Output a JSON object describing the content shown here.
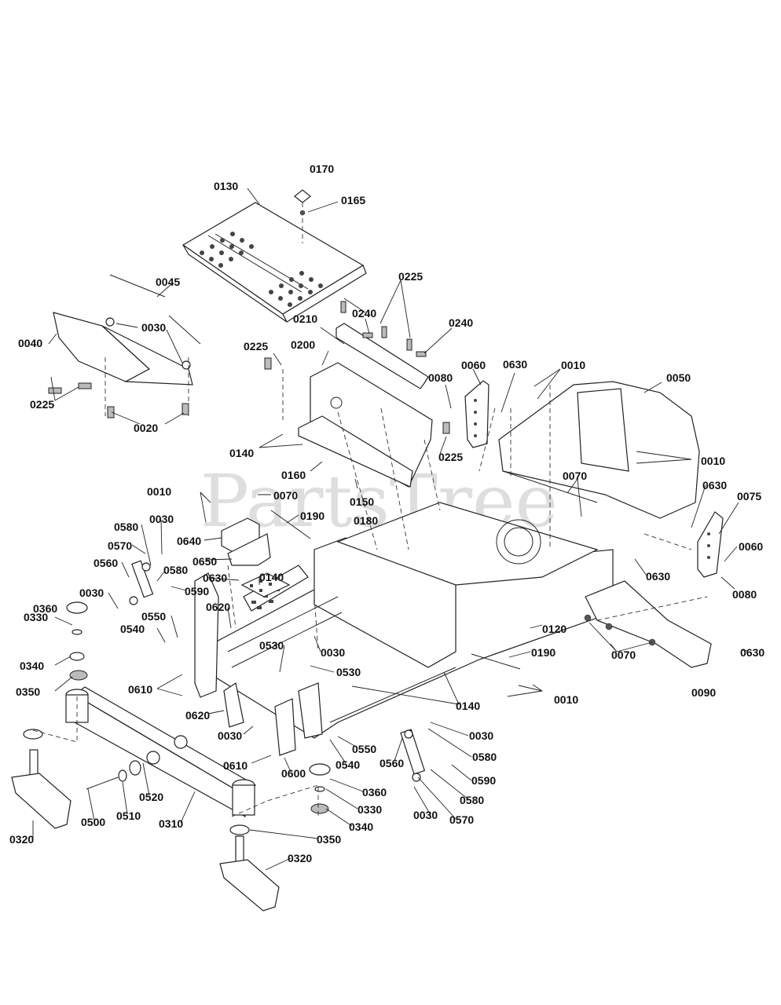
{
  "watermark": "PartsTree",
  "callouts": [
    {
      "id": "c0170",
      "text": "0170"
    },
    {
      "id": "c0130",
      "text": "0130"
    },
    {
      "id": "c0165",
      "text": "0165"
    },
    {
      "id": "c0045",
      "text": "0045"
    },
    {
      "id": "c0225a",
      "text": "0225"
    },
    {
      "id": "c0030a",
      "text": "0030"
    },
    {
      "id": "c0040",
      "text": "0040"
    },
    {
      "id": "c0240a",
      "text": "0240"
    },
    {
      "id": "c0210",
      "text": "0210"
    },
    {
      "id": "c0240b",
      "text": "0240"
    },
    {
      "id": "c0225b",
      "text": "0225"
    },
    {
      "id": "c0200",
      "text": "0200"
    },
    {
      "id": "c0225c",
      "text": "0225"
    },
    {
      "id": "c0020",
      "text": "0020"
    },
    {
      "id": "c0080a",
      "text": "0080"
    },
    {
      "id": "c0060a",
      "text": "0060"
    },
    {
      "id": "c0630a",
      "text": "0630"
    },
    {
      "id": "c0010a",
      "text": "0010"
    },
    {
      "id": "c0050",
      "text": "0050"
    },
    {
      "id": "c0140a",
      "text": "0140"
    },
    {
      "id": "c0225d",
      "text": "0225"
    },
    {
      "id": "c0160",
      "text": "0160"
    },
    {
      "id": "c0010b",
      "text": "0010"
    },
    {
      "id": "c0070a",
      "text": "0070"
    },
    {
      "id": "c0150",
      "text": "0150"
    },
    {
      "id": "c0010c",
      "text": "0010"
    },
    {
      "id": "c0070b",
      "text": "0070"
    },
    {
      "id": "c0630b",
      "text": "0630"
    },
    {
      "id": "c0075",
      "text": "0075"
    },
    {
      "id": "c0190a",
      "text": "0190"
    },
    {
      "id": "c0180",
      "text": "0180"
    },
    {
      "id": "c0580a",
      "text": "0580"
    },
    {
      "id": "c0030b",
      "text": "0030"
    },
    {
      "id": "c0640",
      "text": "0640"
    },
    {
      "id": "c0570a",
      "text": "0570"
    },
    {
      "id": "c0060b",
      "text": "0060"
    },
    {
      "id": "c0560a",
      "text": "0560"
    },
    {
      "id": "c0650",
      "text": "0650"
    },
    {
      "id": "c0580b",
      "text": "0580"
    },
    {
      "id": "c0630c",
      "text": "0630"
    },
    {
      "id": "c0140b",
      "text": "0140"
    },
    {
      "id": "c0630d",
      "text": "0630"
    },
    {
      "id": "c0590a",
      "text": "0590"
    },
    {
      "id": "c0080b",
      "text": "0080"
    },
    {
      "id": "c0030c",
      "text": "0030"
    },
    {
      "id": "c0620a",
      "text": "0620"
    },
    {
      "id": "c0360a",
      "text": "0360"
    },
    {
      "id": "c0550a",
      "text": "0550"
    },
    {
      "id": "c0120",
      "text": "0120"
    },
    {
      "id": "c0540a",
      "text": "0540"
    },
    {
      "id": "c0330a",
      "text": "0330"
    },
    {
      "id": "c0530a",
      "text": "0530"
    },
    {
      "id": "c0030d",
      "text": "0030"
    },
    {
      "id": "c0190b",
      "text": "0190"
    },
    {
      "id": "c0070c",
      "text": "0070"
    },
    {
      "id": "c0630e",
      "text": "0630"
    },
    {
      "id": "c0340a",
      "text": "0340"
    },
    {
      "id": "c0530b",
      "text": "0530"
    },
    {
      "id": "c0350a",
      "text": "0350"
    },
    {
      "id": "c0610a",
      "text": "0610"
    },
    {
      "id": "c0090",
      "text": "0090"
    },
    {
      "id": "c0010d",
      "text": "0010"
    },
    {
      "id": "c0140c",
      "text": "0140"
    },
    {
      "id": "c0620b",
      "text": "0620"
    },
    {
      "id": "c0030e",
      "text": "0030"
    },
    {
      "id": "c0030f",
      "text": "0030"
    },
    {
      "id": "c0550b",
      "text": "0550"
    },
    {
      "id": "c0580c",
      "text": "0580"
    },
    {
      "id": "c0610b",
      "text": "0610"
    },
    {
      "id": "c0540b",
      "text": "0540"
    },
    {
      "id": "c0560b",
      "text": "0560"
    },
    {
      "id": "c0600",
      "text": "0600"
    },
    {
      "id": "c0360b",
      "text": "0360"
    },
    {
      "id": "c0590b",
      "text": "0590"
    },
    {
      "id": "c0520",
      "text": "0520"
    },
    {
      "id": "c0330b",
      "text": "0330"
    },
    {
      "id": "c0580d",
      "text": "0580"
    },
    {
      "id": "c0510",
      "text": "0510"
    },
    {
      "id": "c0500",
      "text": "0500"
    },
    {
      "id": "c0310",
      "text": "0310"
    },
    {
      "id": "c0340b",
      "text": "0340"
    },
    {
      "id": "c0030g",
      "text": "0030"
    },
    {
      "id": "c0570b",
      "text": "0570"
    },
    {
      "id": "c0320a",
      "text": "0320"
    },
    {
      "id": "c0350b",
      "text": "0350"
    },
    {
      "id": "c0320b",
      "text": "0320"
    }
  ]
}
